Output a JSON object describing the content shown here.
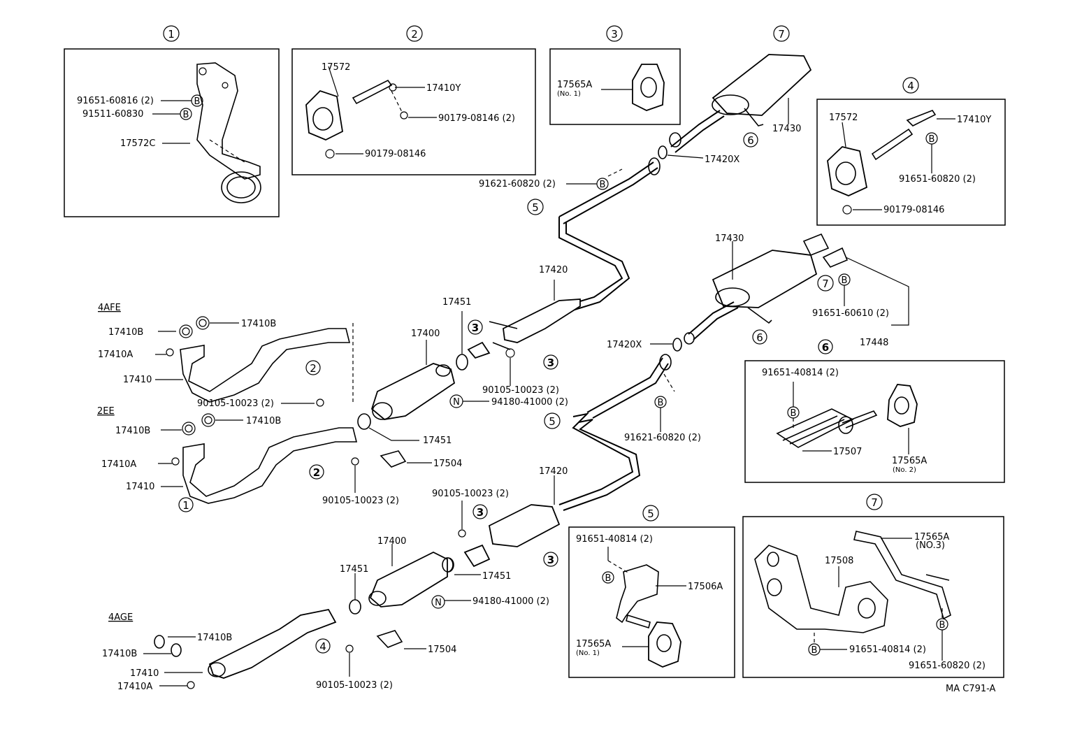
{
  "diagram_code": "MA C791-A",
  "section_1": {
    "number": "1",
    "parts": [
      "91651-60816 (2)",
      "91511-60830",
      "17572C"
    ],
    "fastener": "B"
  },
  "section_2": {
    "number": "2",
    "parts": [
      "17572",
      "17410Y",
      "90179-08146 (2)",
      "90179-08146"
    ]
  },
  "section_3": {
    "number": "3",
    "part": "17565A",
    "note": "(No. 1)"
  },
  "section_4": {
    "number": "4",
    "parts": [
      "17572",
      "17410Y",
      "91651-60820 (2)",
      "90179-08146"
    ],
    "fastener": "B"
  },
  "section_5": {
    "number": "5",
    "parts": [
      "91651-40814 (2)",
      "17506A",
      "17565A"
    ],
    "note": "(No. 1)",
    "fastener": "B"
  },
  "section_6": {
    "number": "6",
    "parts": [
      "91651-40814 (2)",
      "17507",
      "17565A"
    ],
    "note": "(No. 2)",
    "fastener": "B"
  },
  "section_7": {
    "number": "7",
    "parts": [
      "17565A",
      "(NO.3)",
      "17508",
      "91651-40814 (2)",
      "91651-60820 (2)"
    ],
    "fastener": "B"
  },
  "engines": {
    "e1": "4AFE",
    "e2": "2EE",
    "e3": "4AGE"
  },
  "main": {
    "l17410B_a1": "17410B",
    "l17410B_a2": "17410B",
    "l17410A_a": "17410A",
    "l17410_a": "17410",
    "l90105_a": "90105-10023 (2)",
    "l17410B_b1": "17410B",
    "l17410B_b2": "17410B",
    "l17410A_b": "17410A",
    "l17410_b": "17410",
    "l90105_b": "90105-10023 (2)",
    "l17504_b": "17504",
    "l17451_b": "17451",
    "l17400_top": "17400",
    "l17451_top": "17451",
    "l90105_top": "90105-10023 (2)",
    "l94180_top": "94180-41000 (2)",
    "l17420_top": "17420",
    "l91621_top": "91621-60820 (2)",
    "l17420X_top": "17420X",
    "l17430_top": "17430",
    "l17430_mid": "17430",
    "l91651_mid": "91651-60610 (2)",
    "l17448": "17448",
    "l17420X_mid": "17420X",
    "l91621_mid": "91621-60820 (2)",
    "l17420_mid": "17420",
    "l90105_mid": "90105-10023 (2)",
    "l17400_bot": "17400",
    "l17451_bot1": "17451",
    "l17451_bot2": "17451",
    "l94180_bot": "94180-41000 (2)",
    "l17410B_c1": "17410B",
    "l17410B_c2": "17410B",
    "l17410_c": "17410",
    "l17410A_c": "17410A",
    "l17504_c": "17504",
    "l90105_c": "90105-10023 (2)"
  },
  "markers": {
    "N": "N",
    "B": "B",
    "c1": "1",
    "c2": "2",
    "c3": "3",
    "c4": "4",
    "c5": "5",
    "c6": "6",
    "c7": "7"
  }
}
